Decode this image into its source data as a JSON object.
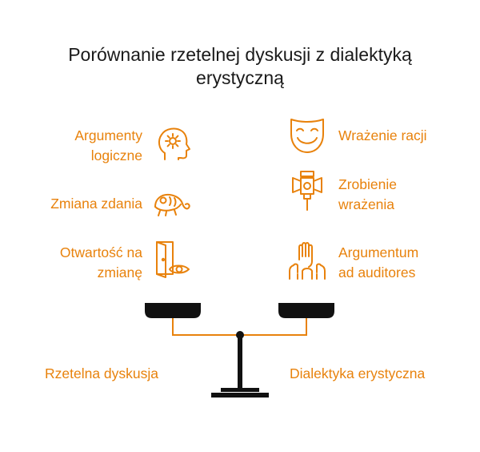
{
  "title_line1": "Porównanie rzetelnej dyskusji z dialektyką",
  "title_line2": "erystyczną",
  "left_items": [
    {
      "line1": "Argumenty",
      "line2": "logiczne",
      "icon": "head-gear-icon"
    },
    {
      "line1": "Zmiana zdania",
      "line2": "",
      "icon": "chameleon-icon"
    },
    {
      "line1": "Otwartość na",
      "line2": "zmianę",
      "icon": "open-door-eye-icon"
    }
  ],
  "right_items": [
    {
      "line1": "Wrażenie racji",
      "line2": "",
      "icon": "smiling-mask-icon"
    },
    {
      "line1": "Zrobienie",
      "line2": "wrażenia",
      "icon": "spotlight-icon"
    },
    {
      "line1": "Argumentum",
      "line2": "ad auditores",
      "icon": "raised-hands-icon"
    }
  ],
  "bottom": {
    "left_label": "Rzetelna dyskusja",
    "right_label": "Dialektyka erystyczna"
  },
  "colors": {
    "accent": "#e8820c",
    "dark": "#111111",
    "title": "#1a1a1a"
  }
}
